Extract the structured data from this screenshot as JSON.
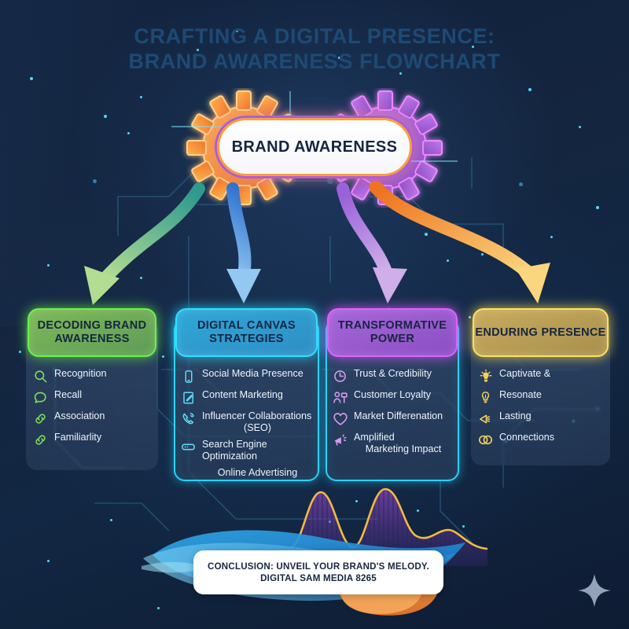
{
  "colors": {
    "background": "#12233d",
    "title": "#1d4a75",
    "hero_border_orange": "#f9a03a",
    "hero_border_purple": "#b25bd6",
    "green": "#6df24a",
    "cyan": "#2fe0ff",
    "purple": "#e060ff",
    "gold": "#ffe25a",
    "text_light": "#eef4fb",
    "text_dark": "#15263f"
  },
  "header": {
    "title_line_1": "CRAFTING A DIGITAL PRESENCE:",
    "title_line_2": "BRAND AWARENESS FLOWCHART"
  },
  "hero": {
    "label": "BRAND AWARENESS",
    "left_gear_icon": "gear-icon",
    "right_gear_icon": "gear-icon"
  },
  "arrows": [
    {
      "name": "arrow-to-decoding-brand-awareness",
      "color_from": "#3fa89a",
      "color_to": "#a8d98a"
    },
    {
      "name": "arrow-to-digital-canvas-strategies",
      "color_from": "#3d7fd6",
      "color_to": "#8cc4f0"
    },
    {
      "name": "arrow-to-transformative-power",
      "color_from": "#9b6ad8",
      "color_to": "#c9a8e8"
    },
    {
      "name": "arrow-to-enduring-presence",
      "color_from": "#f07a2a",
      "color_to": "#fbd47a"
    }
  ],
  "columns": [
    {
      "id": "decoding-brand-awareness",
      "heading": "DECODING BRAND AWARENESS",
      "accent": "green",
      "outlined": false,
      "items": [
        {
          "label": "Recognition",
          "icon": "search-icon"
        },
        {
          "label": "Recall",
          "icon": "chat-bubble-icon"
        },
        {
          "label": "Association",
          "icon": "link-icon"
        },
        {
          "label": "Familiarlity",
          "icon": "link-icon"
        }
      ]
    },
    {
      "id": "digital-canvas-strategies",
      "heading": "DIGITAL CANVAS STRATEGIES",
      "accent": "cyan",
      "outlined": true,
      "items": [
        {
          "label": "Social Media Presence",
          "icon": "mobile-phone-icon"
        },
        {
          "label": "Content Marketing",
          "icon": "edit-document-icon"
        },
        {
          "label": "Influencer Collaborations",
          "sub": "(SEO)",
          "icon": "phone-ringing-icon"
        },
        {
          "label": "Search Engine Optimization",
          "icon": "server-icon"
        },
        {
          "label": "Online Advertising",
          "icon": ""
        }
      ]
    },
    {
      "id": "transformative-power",
      "heading": "TRANSFORMATIVE POWER",
      "accent": "purple",
      "outlined": true,
      "items": [
        {
          "label": "Trust & Credibility",
          "icon": "clock-icon"
        },
        {
          "label": "Customer Loyalty",
          "icon": "people-icon"
        },
        {
          "label": "Market Differenation",
          "icon": "heart-icon"
        },
        {
          "label": "Amplified",
          "sub": "Marketing Impact",
          "icon": "megaphone-icon"
        }
      ]
    },
    {
      "id": "enduring-presence",
      "heading": "ENDURING PRESENCE",
      "accent": "gold",
      "outlined": false,
      "items": [
        {
          "label": "Captivate &",
          "icon": "lightbulb-rays-icon"
        },
        {
          "label": "Resonate",
          "icon": "lightbulb-icon"
        },
        {
          "label": "Lasting",
          "icon": "speaker-icon"
        },
        {
          "label": "Connections",
          "icon": "interlocking-circles-icon"
        }
      ]
    }
  ],
  "waveform": {
    "name": "audio-waveform",
    "curve_color": "#f5b942",
    "bars_color": "#7a3fa0"
  },
  "conclusion": {
    "line_1": "CONCLUSION: UNVEIL YOUR BRAND'S MELODY.",
    "line_2": "DIGITAL SAM MEDIA 8265"
  },
  "decor": {
    "sparkle_icon": "four-point-star-icon",
    "sparkle_color": "#93a3b8"
  }
}
